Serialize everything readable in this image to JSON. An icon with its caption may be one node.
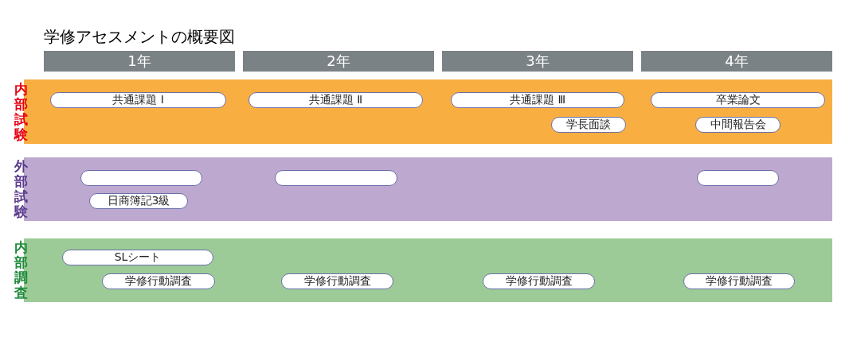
{
  "diagram": {
    "title": "学修アセスメントの概要図",
    "nodes": [
      {
        "text": [
          "1年"
        ]
      },
      {
        "text": [
          "2年"
        ]
      },
      {
        "text": [
          "3年"
        ]
      },
      {
        "text": [
          "4年"
        ]
      },
      {
        "text": [
          "内部試験"
        ]
      },
      {
        "text": [
          "共通課題 Ⅰ"
        ],
        "in": 4
      },
      {
        "text": [
          "共通課題 Ⅱ"
        ],
        "in": 4
      },
      {
        "text": [
          "共通課題 Ⅲ"
        ],
        "in": 4
      },
      {
        "text": [
          "学長面談"
        ],
        "in": 4
      },
      {
        "text": [
          "卒業論文"
        ],
        "in": 4
      },
      {
        "text": [
          "中間報告会"
        ],
        "in": 4
      },
      {
        "text": [
          "外部試験"
        ]
      },
      {
        "text": [],
        "shape": "box",
        "in": 11
      },
      {
        "text": [
          "日商簿記3級"
        ],
        "in": 11
      },
      {
        "text": [],
        "shape": "box",
        "in": 11
      },
      {
        "text": [],
        "shape": "box",
        "in": 11
      },
      {
        "text": [
          "内部調査"
        ]
      },
      {
        "text": [
          "SLシート"
        ],
        "in": 16
      },
      {
        "text": [
          "学修行動調査"
        ],
        "in": 16
      },
      {
        "text": [
          "学修行動調査"
        ],
        "in": 16
      },
      {
        "text": [
          "学修行動調査"
        ],
        "in": 16
      },
      {
        "text": [
          "学修行動調査"
        ],
        "in": 16
      }
    ]
  }
}
